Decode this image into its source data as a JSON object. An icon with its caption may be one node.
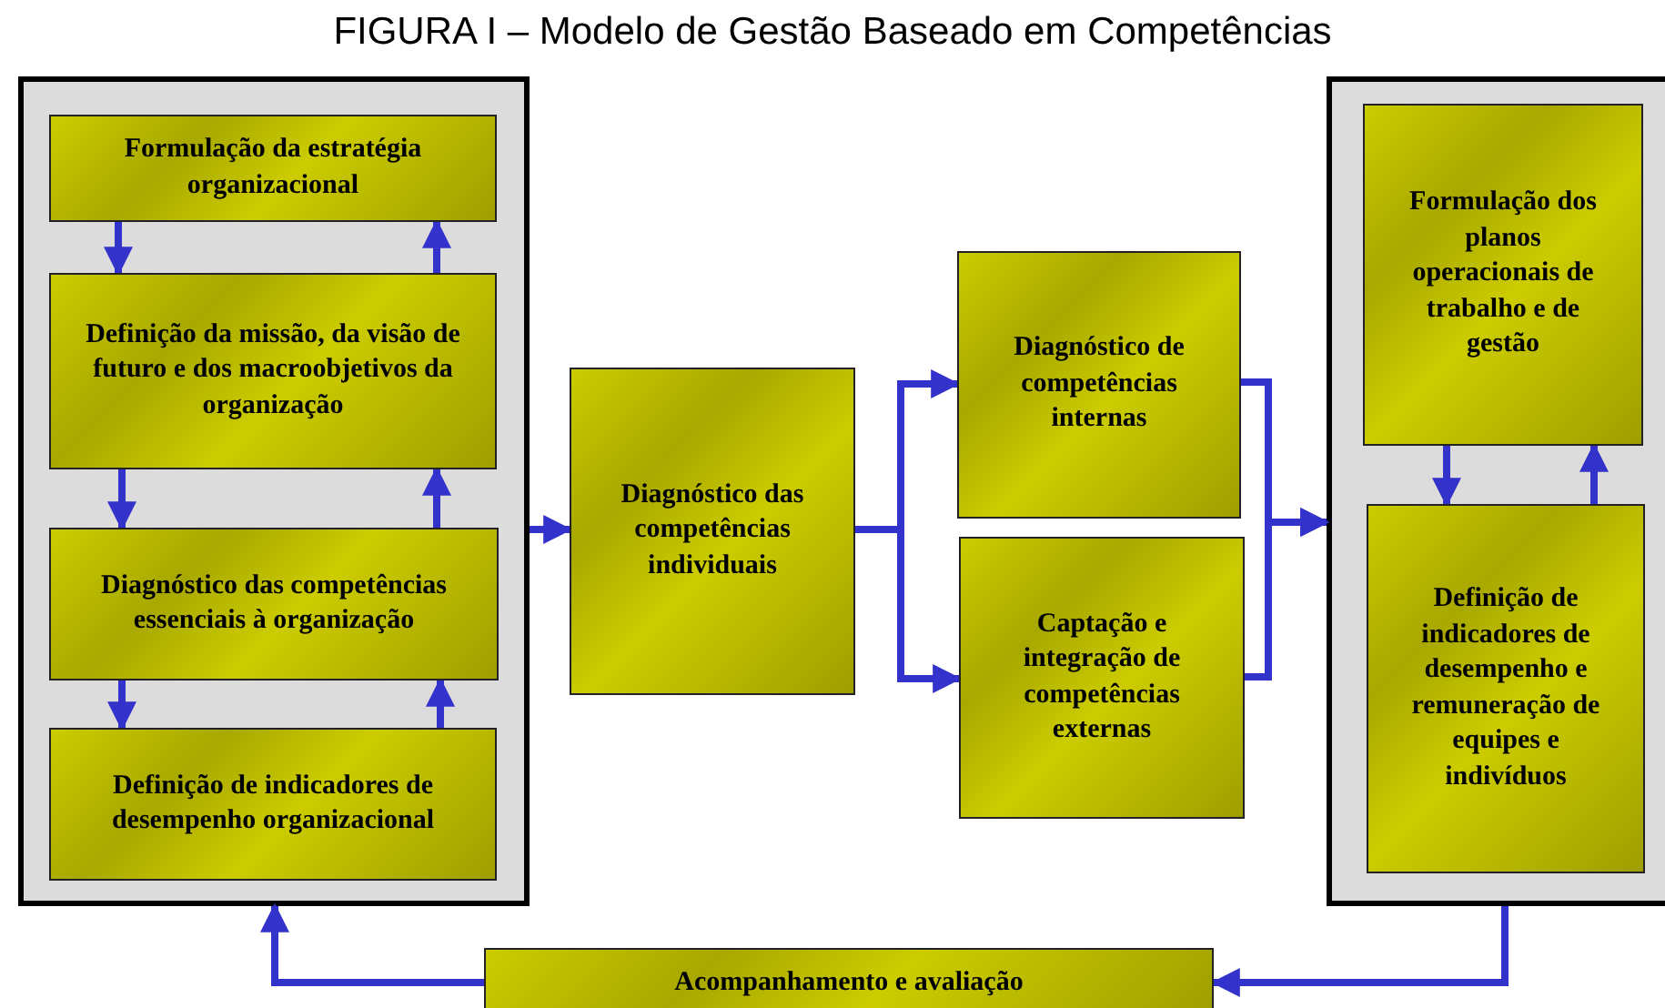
{
  "diagram": {
    "title": "FIGURA I – Modelo de Gestão Baseado em Competências",
    "nodes": [
      {
        "text": [],
        "shape": "box"
      },
      {
        "text": [
          "Formulação da estratégia organizacional"
        ],
        "in": 0
      },
      {
        "text": [
          "Definição da missão, da visão de futuro e dos macroobjetivos da organização"
        ],
        "in": 0
      },
      {
        "text": [
          "Diagnóstico das competências essenciais à organização"
        ],
        "in": 0
      },
      {
        "text": [
          "Definição de indicadores de desempenho organizacional"
        ],
        "in": 0
      },
      {
        "text": [
          "Diagnóstico das competências individuais"
        ]
      },
      {
        "text": [
          "Diagnóstico de competências internas"
        ]
      },
      {
        "text": [
          "Captação e integração de competências externas"
        ]
      },
      {
        "text": [],
        "shape": "box"
      },
      {
        "text": [
          "Formulação dos planos operacionais de trabalho e de gestão"
        ],
        "in": 8
      },
      {
        "text": [
          "Definição de indicadores de desempenho e remuneração de equipes e indivíduos"
        ],
        "in": 8
      },
      {
        "text": [
          "Acompanhamento e avaliação"
        ]
      }
    ],
    "edges": [
      {
        "from": 1,
        "to": 2,
        "arrow": "to"
      },
      {
        "from": 2,
        "to": 1,
        "arrow": "to"
      },
      {
        "from": 2,
        "to": 3,
        "arrow": "to"
      },
      {
        "from": 3,
        "to": 2,
        "arrow": "to"
      },
      {
        "from": 3,
        "to": 4,
        "arrow": "to"
      },
      {
        "from": 4,
        "to": 3,
        "arrow": "to"
      },
      {
        "from": 0,
        "to": 5,
        "arrow": "to"
      },
      {
        "from": 5,
        "to": 6,
        "arrow": "to"
      },
      {
        "from": 5,
        "to": 7,
        "arrow": "to"
      },
      {
        "from": 6,
        "to": 8,
        "arrow": "to"
      },
      {
        "from": 7,
        "to": 8,
        "arrow": "to"
      },
      {
        "from": 9,
        "to": 10,
        "arrow": "to"
      },
      {
        "from": 10,
        "to": 9,
        "arrow": "to"
      },
      {
        "from": 8,
        "to": 11,
        "arrow": "to"
      },
      {
        "from": 11,
        "to": 0,
        "arrow": "to"
      }
    ]
  }
}
